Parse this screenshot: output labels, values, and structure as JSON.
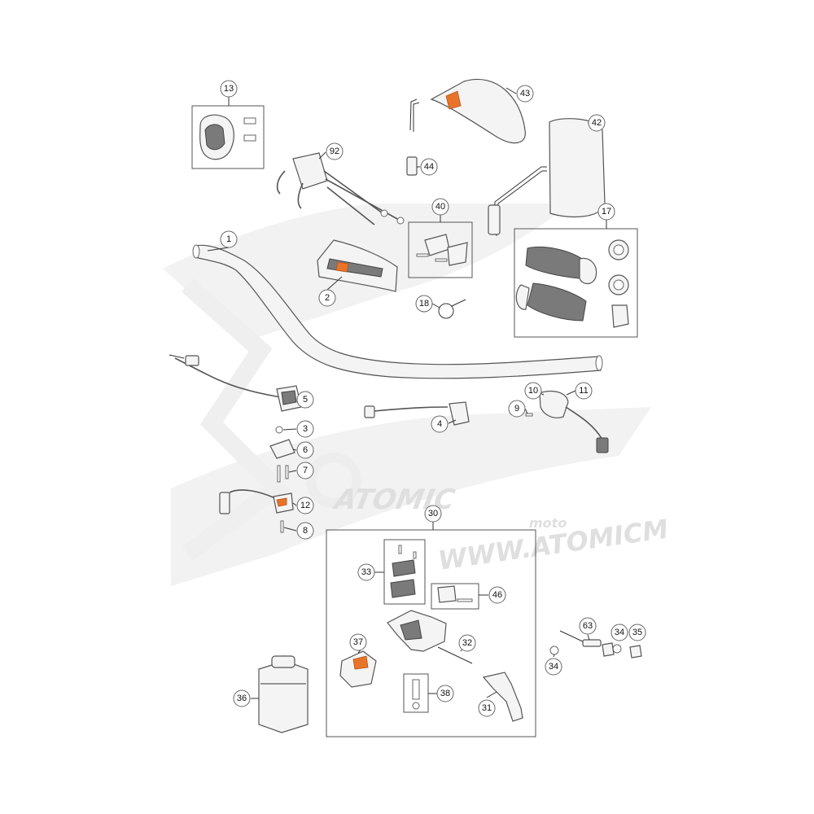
{
  "watermark": {
    "brand": "ATOMIC",
    "brand_suffix": "moto",
    "url": "WWW.ATOMICM"
  },
  "callouts": [
    {
      "id": "c1",
      "label": "1"
    },
    {
      "id": "c2",
      "label": "2"
    },
    {
      "id": "c3",
      "label": "3"
    },
    {
      "id": "c4",
      "label": "4"
    },
    {
      "id": "c5",
      "label": "5"
    },
    {
      "id": "c6",
      "label": "6"
    },
    {
      "id": "c7",
      "label": "7"
    },
    {
      "id": "c8",
      "label": "8"
    },
    {
      "id": "c9",
      "label": "9"
    },
    {
      "id": "c10",
      "label": "10"
    },
    {
      "id": "c11",
      "label": "11"
    },
    {
      "id": "c12",
      "label": "12"
    },
    {
      "id": "c13",
      "label": "13"
    },
    {
      "id": "c17",
      "label": "17"
    },
    {
      "id": "c18",
      "label": "18"
    },
    {
      "id": "c30",
      "label": "30"
    },
    {
      "id": "c31",
      "label": "31"
    },
    {
      "id": "c32",
      "label": "32"
    },
    {
      "id": "c33",
      "label": "33"
    },
    {
      "id": "c34a",
      "label": "34"
    },
    {
      "id": "c34b",
      "label": "34"
    },
    {
      "id": "c35",
      "label": "35"
    },
    {
      "id": "c36",
      "label": "36"
    },
    {
      "id": "c37",
      "label": "37"
    },
    {
      "id": "c38",
      "label": "38"
    },
    {
      "id": "c40",
      "label": "40"
    },
    {
      "id": "c42",
      "label": "42"
    },
    {
      "id": "c43",
      "label": "43"
    },
    {
      "id": "c44",
      "label": "44"
    },
    {
      "id": "c46",
      "label": "46"
    },
    {
      "id": "c63",
      "label": "63"
    },
    {
      "id": "c92",
      "label": "92"
    }
  ],
  "colors": {
    "accent": "#e8742a",
    "stroke": "#555555",
    "watermark": "#dcdcdc"
  }
}
